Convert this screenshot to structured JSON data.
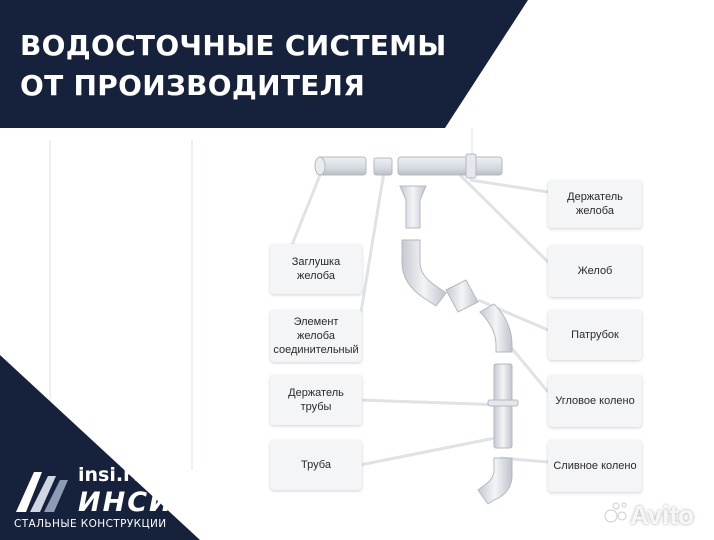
{
  "header": {
    "title_line1": "ВОДОСТОЧНЫЕ СИСТЕМЫ",
    "title_line2": "ОТ ПРОИЗВОДИТЕЛЯ"
  },
  "diagram": {
    "labels": {
      "gutter_holder": "Держатель желоба",
      "gutter_cap": "Заглушка желоба",
      "gutter": "Желоб",
      "connector": "Элемент желоба соединительный",
      "outlet": "Патрубок",
      "pipe_holder": "Держатель трубы",
      "corner_elbow": "Угловое колено",
      "pipe": "Труба",
      "drain_elbow": "Сливное колено"
    }
  },
  "footer": {
    "site": "insi.ru",
    "brand": "ИНСИ",
    "tagline": "СТАЛЬНЫЕ КОНСТРУКЦИИ"
  },
  "watermark": {
    "text": "Avito"
  },
  "colors": {
    "navy": "#16213b",
    "pipe": "#d9dde3",
    "label_bg": "#f4f5f7"
  }
}
